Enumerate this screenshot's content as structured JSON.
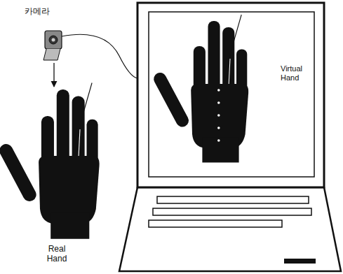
{
  "diagram": {
    "labels": [
      "카메라",
      "Virtual Hand",
      "Real Hand"
    ]
  }
}
